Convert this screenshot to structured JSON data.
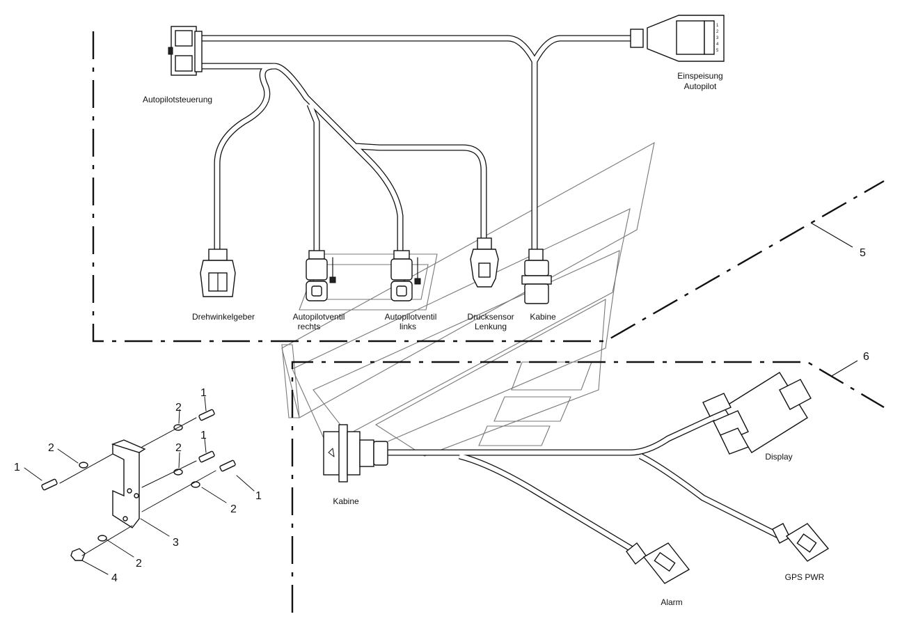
{
  "labels": {
    "autopilotsteuerung": "Autopilotsteuerung",
    "einspeisung_line1": "Einspeisung",
    "einspeisung_line2": "Autopilot",
    "drehwinkelgeber": "Drehwinkelgeber",
    "ventil_rechts_line1": "Autopilotventil",
    "ventil_rechts_line2": "rechts",
    "ventil_links_line1": "Autopilotventil",
    "ventil_links_line2": "links",
    "drucksensor_line1": "Drucksensor",
    "drucksensor_line2": "Lenkung",
    "kabine_top": "Kabine",
    "kabine_bottom": "Kabine",
    "display": "Display",
    "gps_pwr": "GPS PWR",
    "alarm": "Alarm"
  },
  "callouts": {
    "c5": "5",
    "c6": "6",
    "bolt_top": "1",
    "bolt_mid": "1",
    "bolt_right": "1",
    "bolt_left": "1",
    "washer_top": "2",
    "washer_mid": "2",
    "washer_left": "2",
    "washer_right": "2",
    "washer_bottom": "2",
    "bracket": "3",
    "nut": "4"
  },
  "connector_pins": [
    "1",
    "2",
    "3",
    "4",
    "5"
  ]
}
